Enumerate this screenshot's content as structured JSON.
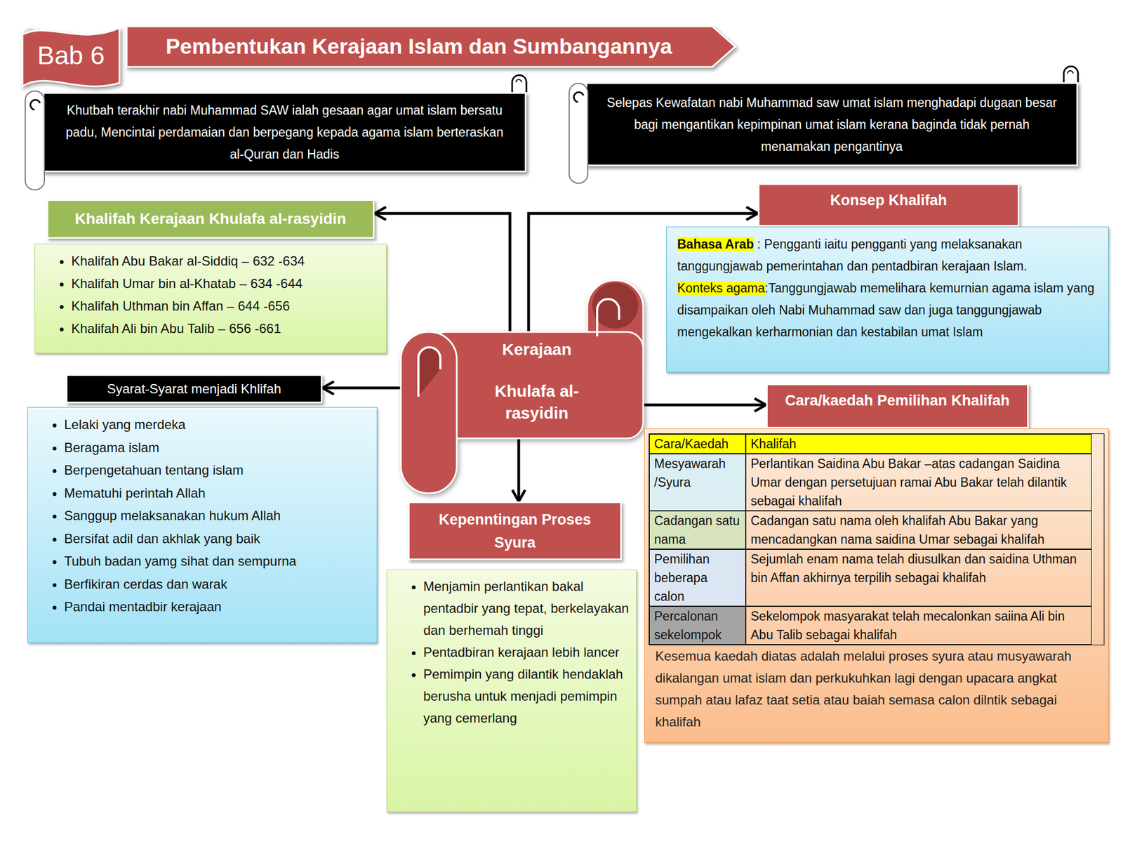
{
  "diagram": {
    "title": "Pembentukan Kerajaan Islam dan Sumbangannya",
    "nodes": [
      {
        "text": [
          "Bab 6"
        ]
      },
      {
        "text": [
          "Khutbah terakhir nabi Muhammad SAW ialah gesaan agar umat islam bersatu padu, Mencintai perdamaian dan berpegang kepada agama islam berteraskan al-Quran dan Hadis"
        ]
      },
      {
        "text": [
          "Selepas Kewafatan nabi Muhammad saw umat islam menghadapi dugaan besar bagi mengantikan kepimpinan umat islam kerana baginda tidak pernah menamakan pengantinya"
        ]
      },
      {
        "text": [
          "Khalifah Kerajaan Khulafa al-rasyidin"
        ]
      },
      {
        "text": [
          "Khalifah Abu Bakar al-Siddiq – 632 -634",
          "Khalifah Umar bin al-Khatab – 634 -644",
          "Khalifah Uthman bin Affan – 644 -656",
          "Khalifah Ali bin Abu Talib – 656 -661"
        ]
      },
      {
        "text": [
          "Konsep Khalifah"
        ]
      },
      {
        "text": [
          "Bahasa Arab",
          ": Pengganti iaitu pengganti yang melaksanakan tanggungjawab pemerintahan dan pentadbiran kerajaan Islam.",
          "Konteks agama",
          ":Tanggungjawab memelihara kemurnian agama islam yang disampaikan oleh Nabi Muhammad saw dan juga tanggungjawab mengekalkan kerharmonian dan kestabilan umat Islam"
        ]
      },
      {
        "text": [
          "Kerajaan",
          "Khulafa al-rasyidin"
        ]
      },
      {
        "text": [
          "Syarat-Syarat menjadi Khlifah"
        ]
      },
      {
        "text": [
          "Lelaki yang merdeka",
          "Beragama islam",
          "Berpengetahuan tentang islam",
          "Mematuhi perintah Allah",
          "Sanggup melaksanakan hukum Allah",
          "Bersifat adil dan akhlak yang baik",
          "Tubuh badan yamg sihat dan sempurna",
          "Berfikiran cerdas dan warak",
          "Pandai mentadbir kerajaan"
        ]
      },
      {
        "text": [
          "Cara/kaedah Pemilihan Khalifah"
        ]
      },
      {
        "text": [
          "Cara/Kaedah",
          "Khalifah",
          "Mesyawarah /Syura",
          "Perlantikan Saidina Abu Bakar –atas cadangan Saidina Umar dengan persetujuan ramai Abu Bakar telah dilantik sebagai khalifah",
          "Cadangan satu nama",
          "Cadangan satu nama oleh khalifah Abu Bakar yang mencadangkan nama saidina Umar sebagai khalifah",
          "Pemilihan beberapa calon",
          "Sejumlah enam nama telah diusulkan dan saidina Uthman bin Affan akhirnya terpilih sebagai khalifah",
          "Percalonan sekelompok",
          "Sekelompok masyarakat telah mecalonkan saiina Ali bin Abu Talib sebagai khalifah",
          "Kesemua kaedah diatas adalah melalui proses syura atau musyawarah dikalangan umat islam dan perkukuhkan lagi dengan upacara angkat sumpah atau lafaz taat setia atau baiah semasa calon dilntik sebagai khalifah"
        ]
      },
      {
        "text": [
          "Kepenntingan Proses Syura"
        ]
      },
      {
        "text": [
          "Menjamin perlantikan bakal pentadbir yang tepat, berkelayakan dan berhemah tinggi",
          "Pentadbiran kerajaan lebih lancer",
          "Pemimpin yang dilantik hendaklah berusha untuk menjadi pemimpin yang cemerlang"
        ]
      }
    ],
    "edges": [
      {
        "from": 7,
        "to": 3,
        "arrow": "to"
      },
      {
        "from": 7,
        "to": 5,
        "arrow": "to"
      },
      {
        "from": 7,
        "to": 8,
        "arrow": "to"
      },
      {
        "from": 7,
        "to": 10,
        "arrow": "to"
      },
      {
        "from": 7,
        "to": 12,
        "arrow": "to"
      }
    ]
  }
}
